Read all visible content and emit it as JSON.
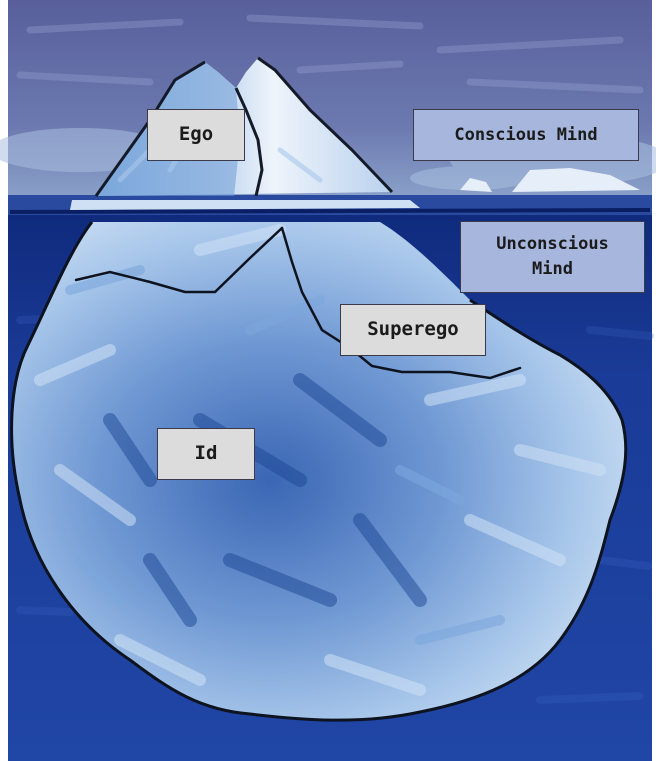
{
  "labels": {
    "ego": "Ego",
    "conscious_mind": "Conscious Mind",
    "unconscious_mind": "Unconscious\nMind",
    "superego": "Superego",
    "id": "Id"
  },
  "colors": {
    "sky_top": "#5f68a3",
    "sky_haze": "#8ea8cc",
    "water_surface": "#122d83",
    "deep_water": "#1b3f9b",
    "ice_light": "#dde8f6",
    "ice_mid": "#8ab0dd",
    "ice_dark": "#2a57a8",
    "outline": "#0e1320",
    "label_light": "#dcdcdc",
    "label_blue": "#a6b6dc"
  }
}
